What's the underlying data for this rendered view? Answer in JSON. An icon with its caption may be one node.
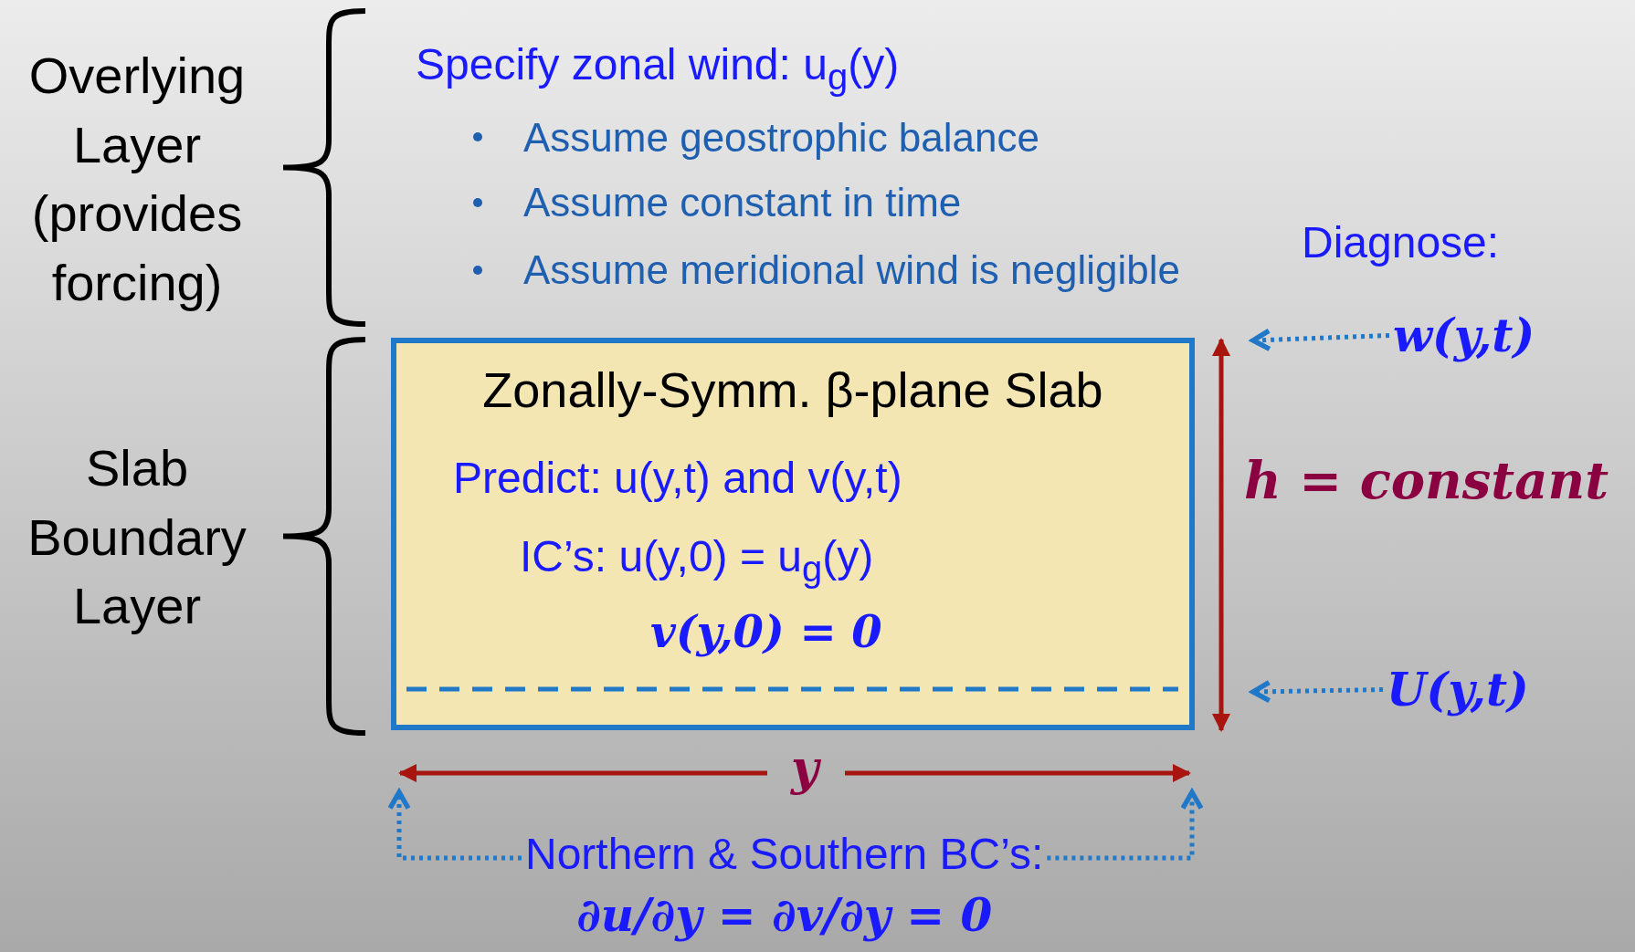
{
  "diagram": {
    "nodes": [
      {
        "text": [
          "Zonally-Symm. β-plane Slab",
          "Predict: u(y,t) and v(y,t)",
          "IC’s: u(y,0) = u$_{g}$(y)",
          "v(y,0) = 0"
        ]
      },
      {
        "text": [
          "w(y,t)"
        ]
      },
      {
        "text": [
          "U(y,t)"
        ]
      },
      {
        "text": [
          "Northern & Southern BC’s:",
          "∂u/∂y = ∂v/∂y = 0"
        ]
      }
    ],
    "edges": [
      {
        "from": 1,
        "to": null,
        "arrow": "to"
      },
      {
        "from": 2,
        "to": null,
        "arrow": "to"
      },
      {
        "from": 3,
        "to": null,
        "arrow": "to"
      },
      {
        "from": 3,
        "to": null,
        "arrow": "to"
      }
    ],
    "labels": [
      "Overlying Layer (provides forcing)",
      "Slab Boundary Layer",
      "Specify zonal wind: u$_{g}$(y)",
      "Assume geostrophic balance",
      "Assume constant in time",
      "Assume meridional wind is negligible",
      "Diagnose:",
      "h = constant",
      "y"
    ]
  }
}
